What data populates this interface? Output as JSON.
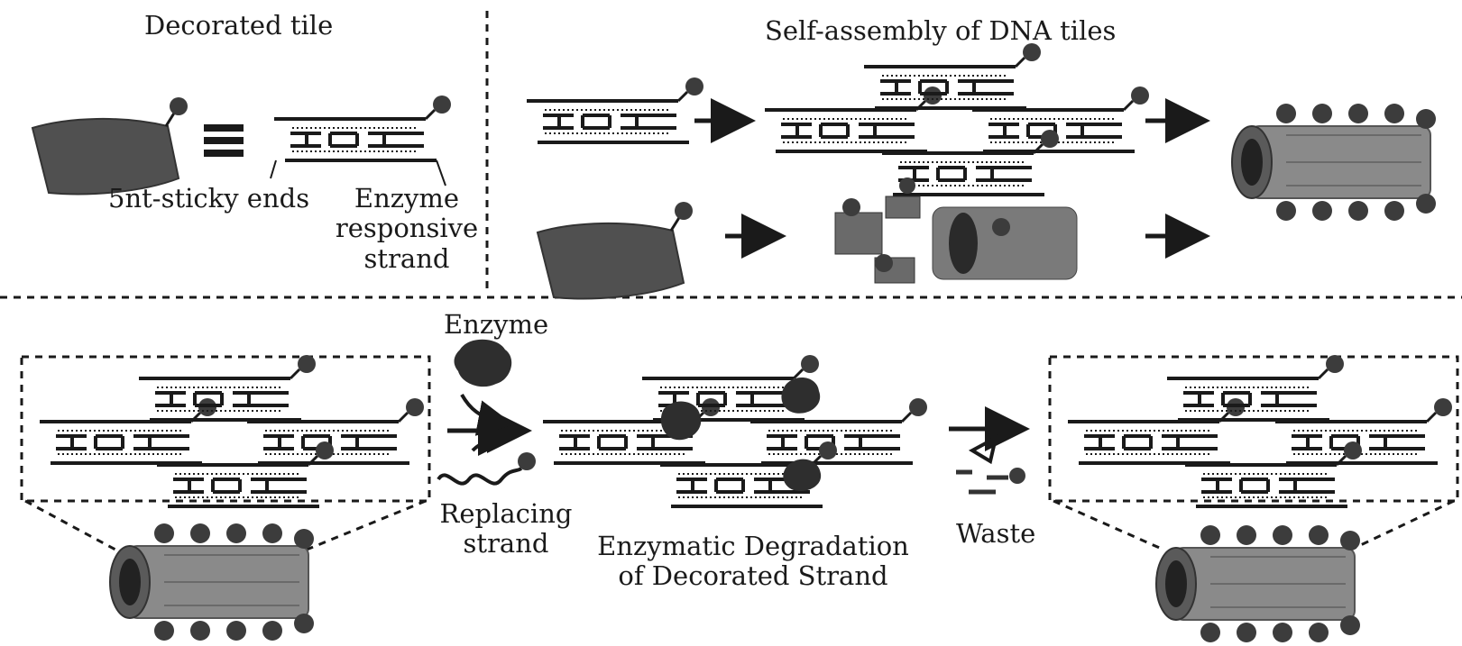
{
  "panels": {
    "top_left_title": "Decorated tile",
    "top_right_title": "Self-assembly of DNA tiles"
  },
  "labels": {
    "sticky_ends": "5nt-sticky ends",
    "enzyme_responsive_1": "Enzyme",
    "enzyme_responsive_2": "responsive",
    "enzyme_responsive_3": "strand",
    "enzyme": "Enzyme",
    "replacing_1": "Replacing",
    "replacing_2": "strand",
    "degradation_1": "Enzymatic Degradation",
    "degradation_2": "of Decorated Strand",
    "waste": "Waste"
  },
  "colors": {
    "ink": "#1a1a1a",
    "tile": "#505050",
    "ball": "#3c3c3c",
    "tube": "#8a8a8a",
    "enzyme": "#2e2e2e"
  },
  "icons": [
    "tile-blob-icon",
    "equivalence-icon",
    "dna-tile-icon",
    "arrow-icon",
    "dna-lattice-icon",
    "nanotube-icon",
    "enzyme-icon",
    "replacing-strand-icon",
    "waste-icon"
  ]
}
